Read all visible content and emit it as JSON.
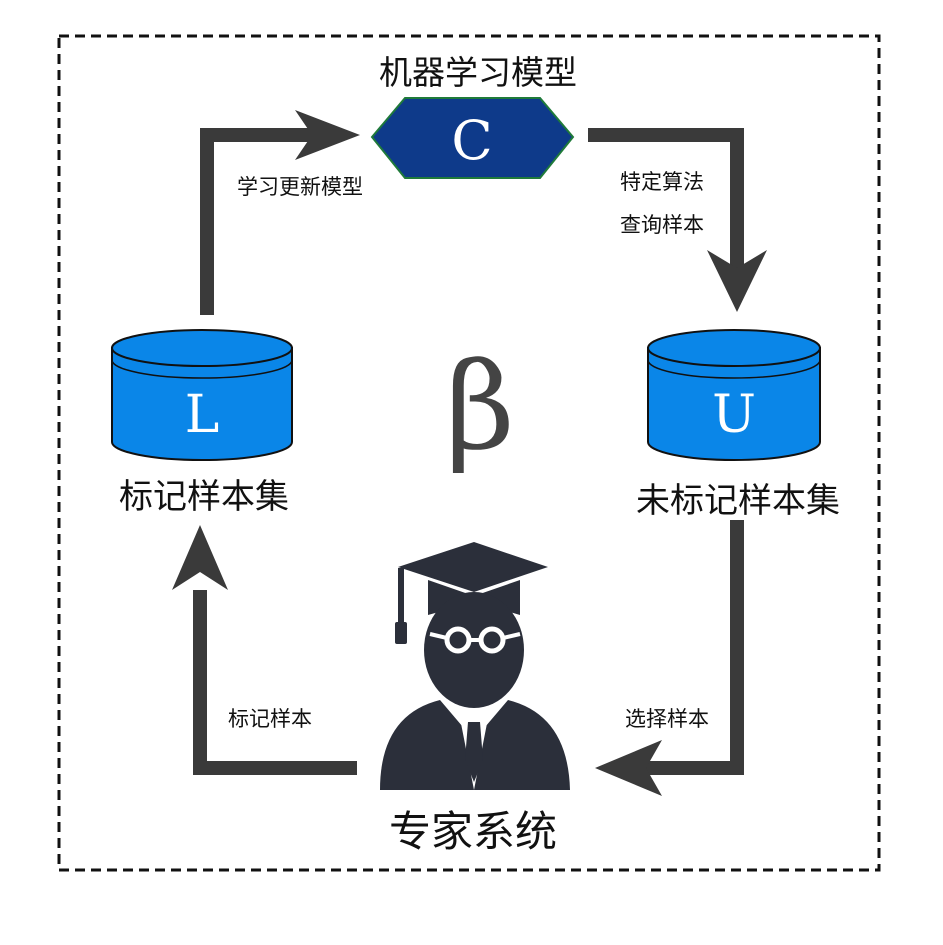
{
  "title": "机器学习模型",
  "model_letter": "C",
  "labeled_letter": "L",
  "unlabeled_letter": "U",
  "labeled_label": "标记样本集",
  "unlabeled_label": "未标记样本集",
  "expert_label": "专家系统",
  "center_symbol": "β",
  "edges": {
    "update_model": "学习更新模型",
    "query_line1": "特定算法",
    "query_line2": "查询样本",
    "select": "选择样本",
    "label": "标记样本"
  },
  "colors": {
    "cylinder": "#0a86e8",
    "cylinder_dark": "#0864b3",
    "hexagon": "#0e3a8a",
    "arrow": "#3a3a3a",
    "expert": "#2b2f3a"
  },
  "icons": {
    "expert": "graduate-expert-icon",
    "labeled": "database-cylinder-icon",
    "unlabeled": "database-cylinder-icon"
  }
}
